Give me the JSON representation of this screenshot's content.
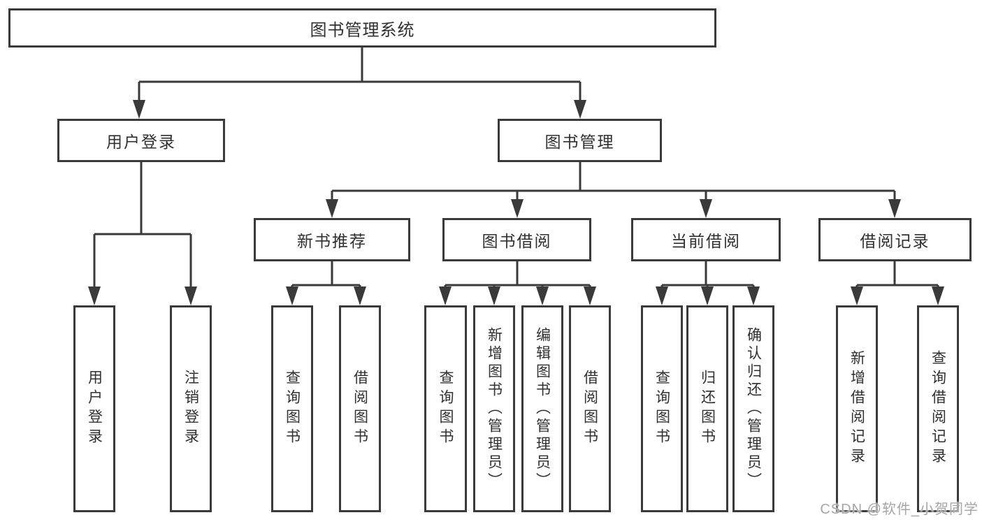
{
  "colors": {
    "line": "#3a3a3a",
    "box_border": "#3a3a3a",
    "box_fill": "#ffffff",
    "text": "#303030",
    "watermark": "#a6a6a6",
    "background": "#ffffff"
  },
  "watermark": "CSDN @软件_小贺同学",
  "tree": {
    "label": "图书管理系统",
    "children": [
      {
        "label": "用户登录",
        "children": [
          {
            "label": "用户登录"
          },
          {
            "label": "注销登录"
          }
        ]
      },
      {
        "label": "图书管理",
        "children": [
          {
            "label": "新书推荐",
            "children": [
              {
                "label": "查询图书"
              },
              {
                "label": "借阅图书"
              }
            ]
          },
          {
            "label": "图书借阅",
            "children": [
              {
                "label": "查询图书"
              },
              {
                "label": "新增图书（管理员）"
              },
              {
                "label": "编辑图书（管理员）"
              },
              {
                "label": "借阅图书"
              }
            ]
          },
          {
            "label": "当前借阅",
            "children": [
              {
                "label": "查询图书"
              },
              {
                "label": "归还图书"
              },
              {
                "label": "确认归还（管理员）"
              }
            ]
          },
          {
            "label": "借阅记录",
            "children": [
              {
                "label": "新增借阅记录"
              },
              {
                "label": "查询借阅记录"
              }
            ]
          }
        ]
      }
    ]
  }
}
